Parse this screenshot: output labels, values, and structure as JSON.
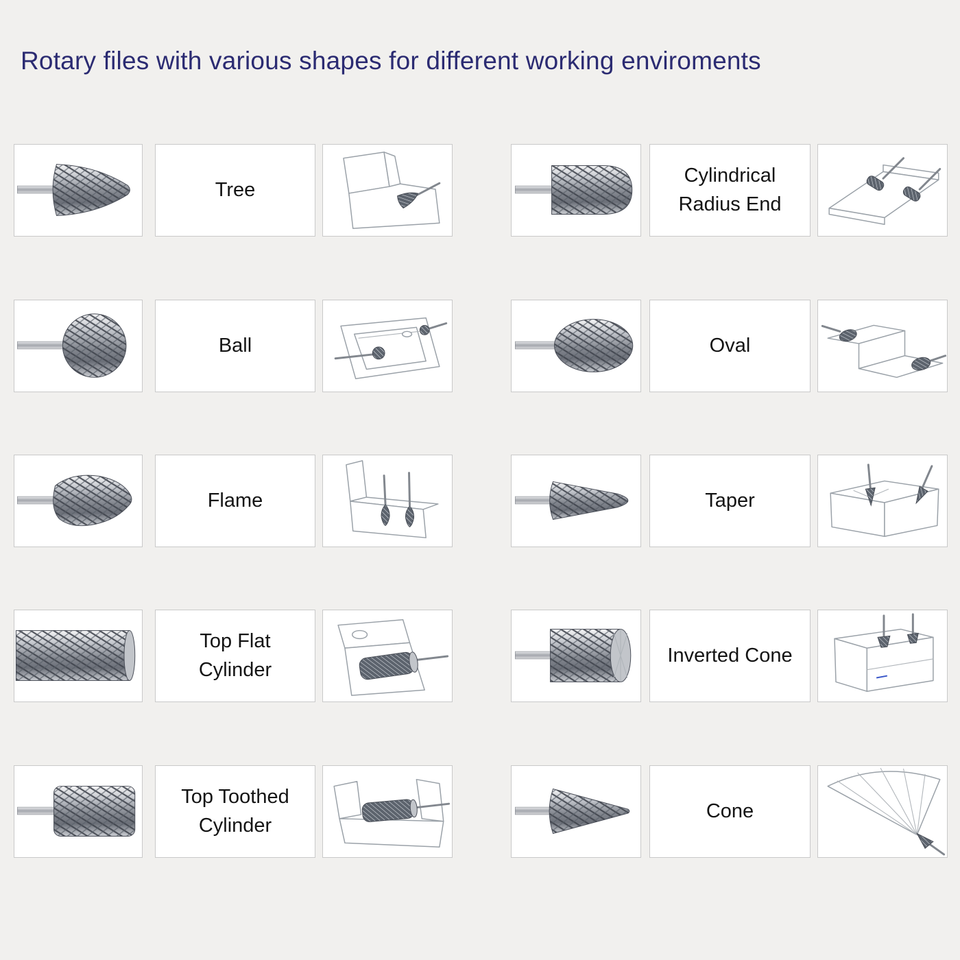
{
  "title": "Rotary files with various shapes for different working enviroments",
  "colors": {
    "background": "#f1f0ee",
    "title_text": "#2b2b72",
    "cell_border": "#c9c9c9",
    "label_text": "#141414"
  },
  "items": [
    {
      "label": "Tree",
      "shape": "tree",
      "photo_icon": "tree-burr-icon",
      "illustration_icon": "tree-usage-illustration"
    },
    {
      "label": "Cylindrical Radius End",
      "shape": "cylindrical-radius-end",
      "photo_icon": "cylindrical-radius-end-burr-icon",
      "illustration_icon": "cylindrical-radius-end-usage-illustration"
    },
    {
      "label": "Ball",
      "shape": "ball",
      "photo_icon": "ball-burr-icon",
      "illustration_icon": "ball-usage-illustration"
    },
    {
      "label": "Oval",
      "shape": "oval",
      "photo_icon": "oval-burr-icon",
      "illustration_icon": "oval-usage-illustration"
    },
    {
      "label": "Flame",
      "shape": "flame",
      "photo_icon": "flame-burr-icon",
      "illustration_icon": "flame-usage-illustration"
    },
    {
      "label": "Taper",
      "shape": "taper",
      "photo_icon": "taper-burr-icon",
      "illustration_icon": "taper-usage-illustration"
    },
    {
      "label": "Top Flat Cylinder",
      "shape": "top-flat-cylinder",
      "photo_icon": "top-flat-cylinder-burr-icon",
      "illustration_icon": "top-flat-cylinder-usage-illustration"
    },
    {
      "label": "Inverted Cone",
      "shape": "inverted-cone",
      "photo_icon": "inverted-cone-burr-icon",
      "illustration_icon": "inverted-cone-usage-illustration"
    },
    {
      "label": "Top Toothed Cylinder",
      "shape": "top-toothed-cylinder",
      "photo_icon": "top-toothed-cylinder-burr-icon",
      "illustration_icon": "top-toothed-cylinder-usage-illustration"
    },
    {
      "label": "Cone",
      "shape": "cone",
      "photo_icon": "cone-burr-icon",
      "illustration_icon": "cone-usage-illustration"
    }
  ]
}
